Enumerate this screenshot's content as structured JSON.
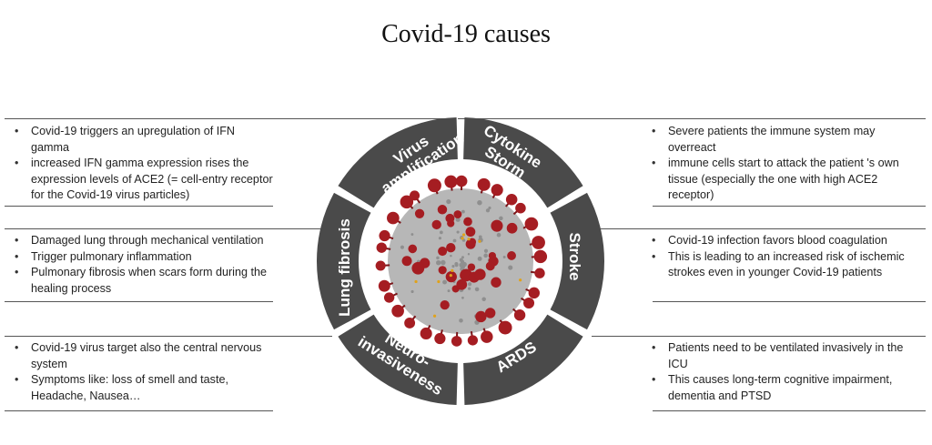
{
  "title": "Covid-19 causes",
  "segments": {
    "virus_amplification": [
      "Virus",
      "amplification"
    ],
    "cytokine_storm": [
      "Cytokine",
      "Storm"
    ],
    "stroke": [
      "Stroke"
    ],
    "ards": [
      "ARDS"
    ],
    "neuro_invasiveness": [
      "Neuro-",
      "invasiveness"
    ],
    "lung_fibrosis": [
      "Lung fibrosis"
    ]
  },
  "left_panels": [
    {
      "bullets": [
        "Covid-19 triggers an upregulation of IFN gamma",
        "increased IFN gamma expression rises the expression levels of ACE2 (= cell-entry receptor for the Covid-19 virus particles)"
      ]
    },
    {
      "bullets": [
        "Damaged lung through mechanical ventilation",
        "Trigger pulmonary inflammation",
        "Pulmonary fibrosis when scars form during the healing process"
      ]
    },
    {
      "bullets": [
        "Covid-19 virus target also the central nervous system",
        "Symptoms like: loss of smell and taste, Headache, Nausea…"
      ]
    }
  ],
  "right_panels": [
    {
      "bullets": [
        "Severe patients the immune system may overreact",
        "immune cells start to attack the patient 's own tissue (especially the one with high ACE2 receptor)"
      ]
    },
    {
      "bullets": [
        "Covid-19 infection favors blood coagulation",
        "This is leading to an increased risk of ischemic strokes even in younger Covid-19 patients"
      ]
    },
    {
      "bullets": [
        "Patients need to be ventilated invasively in the ICU",
        "This causes long-term cognitive impairment, dementia and PTSD"
      ]
    }
  ],
  "colors": {
    "ring": "#4a4a4a",
    "virus_body": "#b7b7b7",
    "spike": "#a51d22",
    "accent": "#e0a21a"
  },
  "icons": [
    "coronavirus-icon"
  ]
}
